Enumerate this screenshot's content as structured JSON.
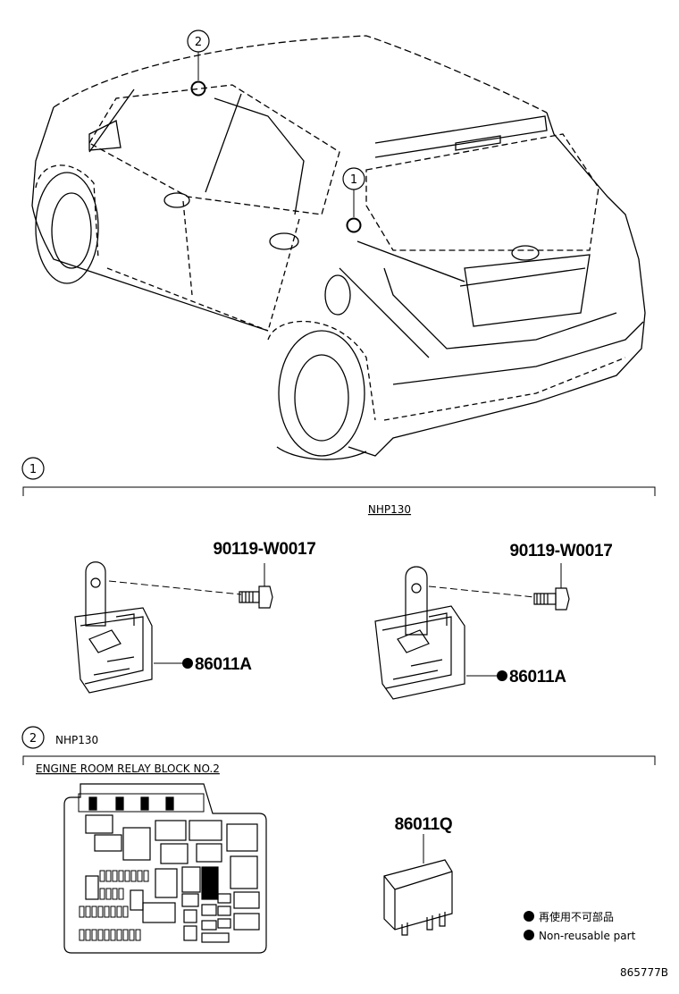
{
  "diagram": {
    "callout_1": "1",
    "callout_2": "2",
    "section1": {
      "number": "1",
      "model_code": "NHP130",
      "left_bolt_part": "90119-W0017",
      "left_relay_part": "86011A",
      "right_bolt_part": "90119-W0017",
      "right_relay_part": "86011A"
    },
    "section2": {
      "number": "2",
      "model_code": "NHP130",
      "block_title": "ENGINE ROOM RELAY BLOCK NO.2",
      "relay_part": "86011Q"
    },
    "legend": {
      "jp": "再使用不可部品",
      "en": "Non-reusable part"
    },
    "illustration_id": "865777B"
  }
}
